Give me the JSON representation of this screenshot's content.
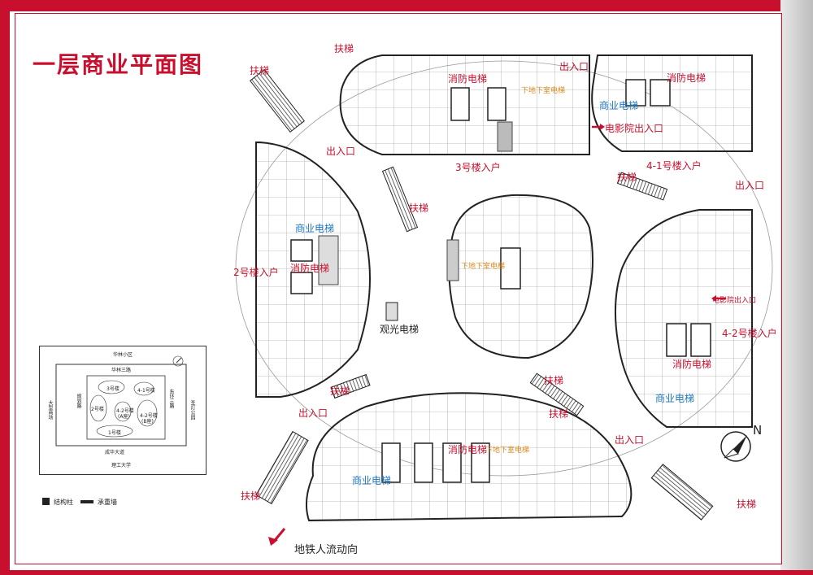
{
  "title": "一层商业平面图",
  "labels": {
    "escalator": "扶梯",
    "entrance": "出入口",
    "fire_elevator": "消防电梯",
    "commercial_elevator": "商业电梯",
    "underground_elevator": "下地下室电梯",
    "cinema_entrance": "电影院出入口",
    "building3_entrance": "3号楼入户",
    "building41_entrance": "4-1号楼入户",
    "building2_entrance": "2号楼入户",
    "building42_entrance": "4-2号楼入户",
    "sightseeing_elevator": "观光电梯",
    "metro_flow": "地铁人流动向",
    "north": "N"
  },
  "legend": {
    "column": "结构柱",
    "bearing_wall": "承重墙"
  },
  "location_map": {
    "road_top": "华林三路",
    "community": "华林小区",
    "left_mall": "大型商场",
    "left_road": "规划路",
    "right_road": "东环三路",
    "right_park": "圣灯公园",
    "bottom_road": "成华大道",
    "bottom_univ": "理工大学",
    "b1": "1号楼",
    "b2": "2号楼",
    "b3": "3号楼",
    "b41": "4-1号楼",
    "b42": "4-2号楼",
    "b42a": "(A座)",
    "b42b": "4-2号楼",
    "b42c": "(B座)"
  },
  "colors": {
    "accent": "#c8102e",
    "label_red": "#c8102e",
    "label_blue": "#1f78c1",
    "label_orange": "#d88a1c"
  }
}
